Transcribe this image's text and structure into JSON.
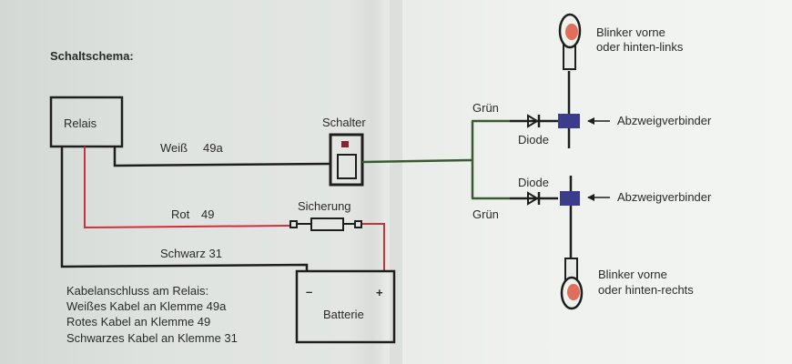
{
  "title": "Schaltschema:",
  "components": {
    "relay": "Relais",
    "switch": "Schalter",
    "fuse": "Sicherung",
    "battery": "Batterie",
    "battery_minus": "–",
    "battery_plus": "+",
    "diode_top": "Diode",
    "diode_bottom": "Diode",
    "connector_top": "Abzweigverbinder",
    "connector_bottom": "Abzweigverbinder",
    "blinker_top_line1": "Blinker vorne",
    "blinker_top_line2": "oder hinten-links",
    "blinker_bottom_line1": "Blinker vorne",
    "blinker_bottom_line2": "oder hinten-rechts"
  },
  "wires": {
    "white_name": "Weiß",
    "white_terminal": "49a",
    "red_name": "Rot",
    "red_terminal": "49",
    "black": "Schwarz 31",
    "green_top": "Grün",
    "green_bottom": "Grün"
  },
  "wire_colors": {
    "black": "#1e1e1e",
    "red": "#c8323c",
    "green": "#3c5a32",
    "connector": "#3c3c8c",
    "lamp": "#e06e5a",
    "switch_led": "#8c2030"
  },
  "notes": {
    "heading": "Kabelanschluss am Relais:",
    "lines": [
      "Weißes Kabel an Klemme 49a",
      "Rotes Kabel an Klemme 49",
      "Schwarzes Kabel an Klemme 31"
    ]
  }
}
